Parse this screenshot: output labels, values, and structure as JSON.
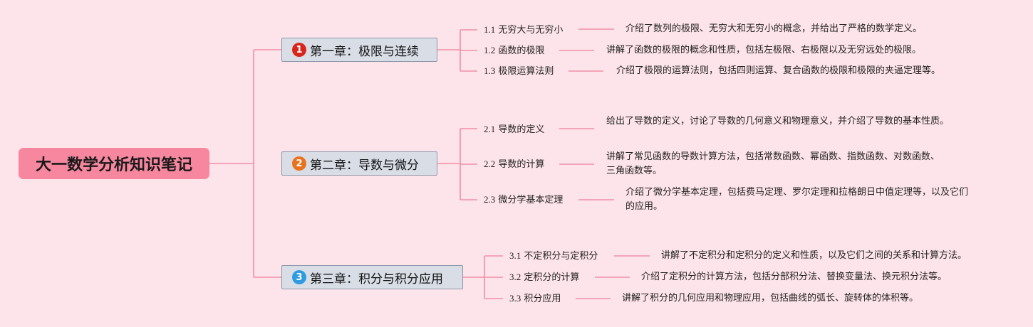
{
  "title": "大一数学分析知识笔记",
  "colors": {
    "background": "#fde4ea",
    "line": "#f08ea8",
    "root_fill": "#f6879f",
    "chapter_fill": "#d8dde6",
    "chapter_border": "#8e98a8"
  },
  "chapters": [
    {
      "num": "1",
      "badge_color": "#d9261c",
      "label": "第一章：极限与连续",
      "sections": [
        {
          "num": "1.1",
          "title": "无穷大与无穷小",
          "desc": "介绍了数列的极限、无穷大和无穷小的概念，并给出了严格的数学定义。"
        },
        {
          "num": "1.2",
          "title": "函数的极限",
          "desc": "讲解了函数的极限的概念和性质，包括左极限、右极限以及无穷远处的极限。"
        },
        {
          "num": "1.3",
          "title": "极限运算法则",
          "desc": "介绍了极限的运算法则，包括四则运算、复合函数的极限和极限的夹逼定理等。"
        }
      ]
    },
    {
      "num": "2",
      "badge_color": "#e8731c",
      "label": "第二章：导数与微分",
      "sections": [
        {
          "num": "2.1",
          "title": "导数的定义",
          "desc": "给出了导数的定义，讨论了导数的几何意义和物理意义，并介绍了导数的基本性质。"
        },
        {
          "num": "2.2",
          "title": "导数的计算",
          "desc": "讲解了常见函数的导数计算方法，包括常数函数、幂函数、指数函数、对数函数、三角函数等。"
        },
        {
          "num": "2.3",
          "title": "微分学基本定理",
          "desc": "介绍了微分学基本定理，包括费马定理、罗尔定理和拉格朗日中值定理等，以及它们的应用。"
        }
      ]
    },
    {
      "num": "3",
      "badge_color": "#2f9be0",
      "label": "第三章：积分与积分应用",
      "sections": [
        {
          "num": "3.1",
          "title": "不定积分与定积分",
          "desc": "讲解了不定积分和定积分的定义和性质，以及它们之间的关系和计算方法。"
        },
        {
          "num": "3.2",
          "title": "定积分的计算",
          "desc": "介绍了定积分的计算方法，包括分部积分法、替换变量法、换元积分法等。"
        },
        {
          "num": "3.3",
          "title": "积分应用",
          "desc": "讲解了积分的几何应用和物理应用，包括曲线的弧长、旋转体的体积等。"
        }
      ]
    }
  ]
}
